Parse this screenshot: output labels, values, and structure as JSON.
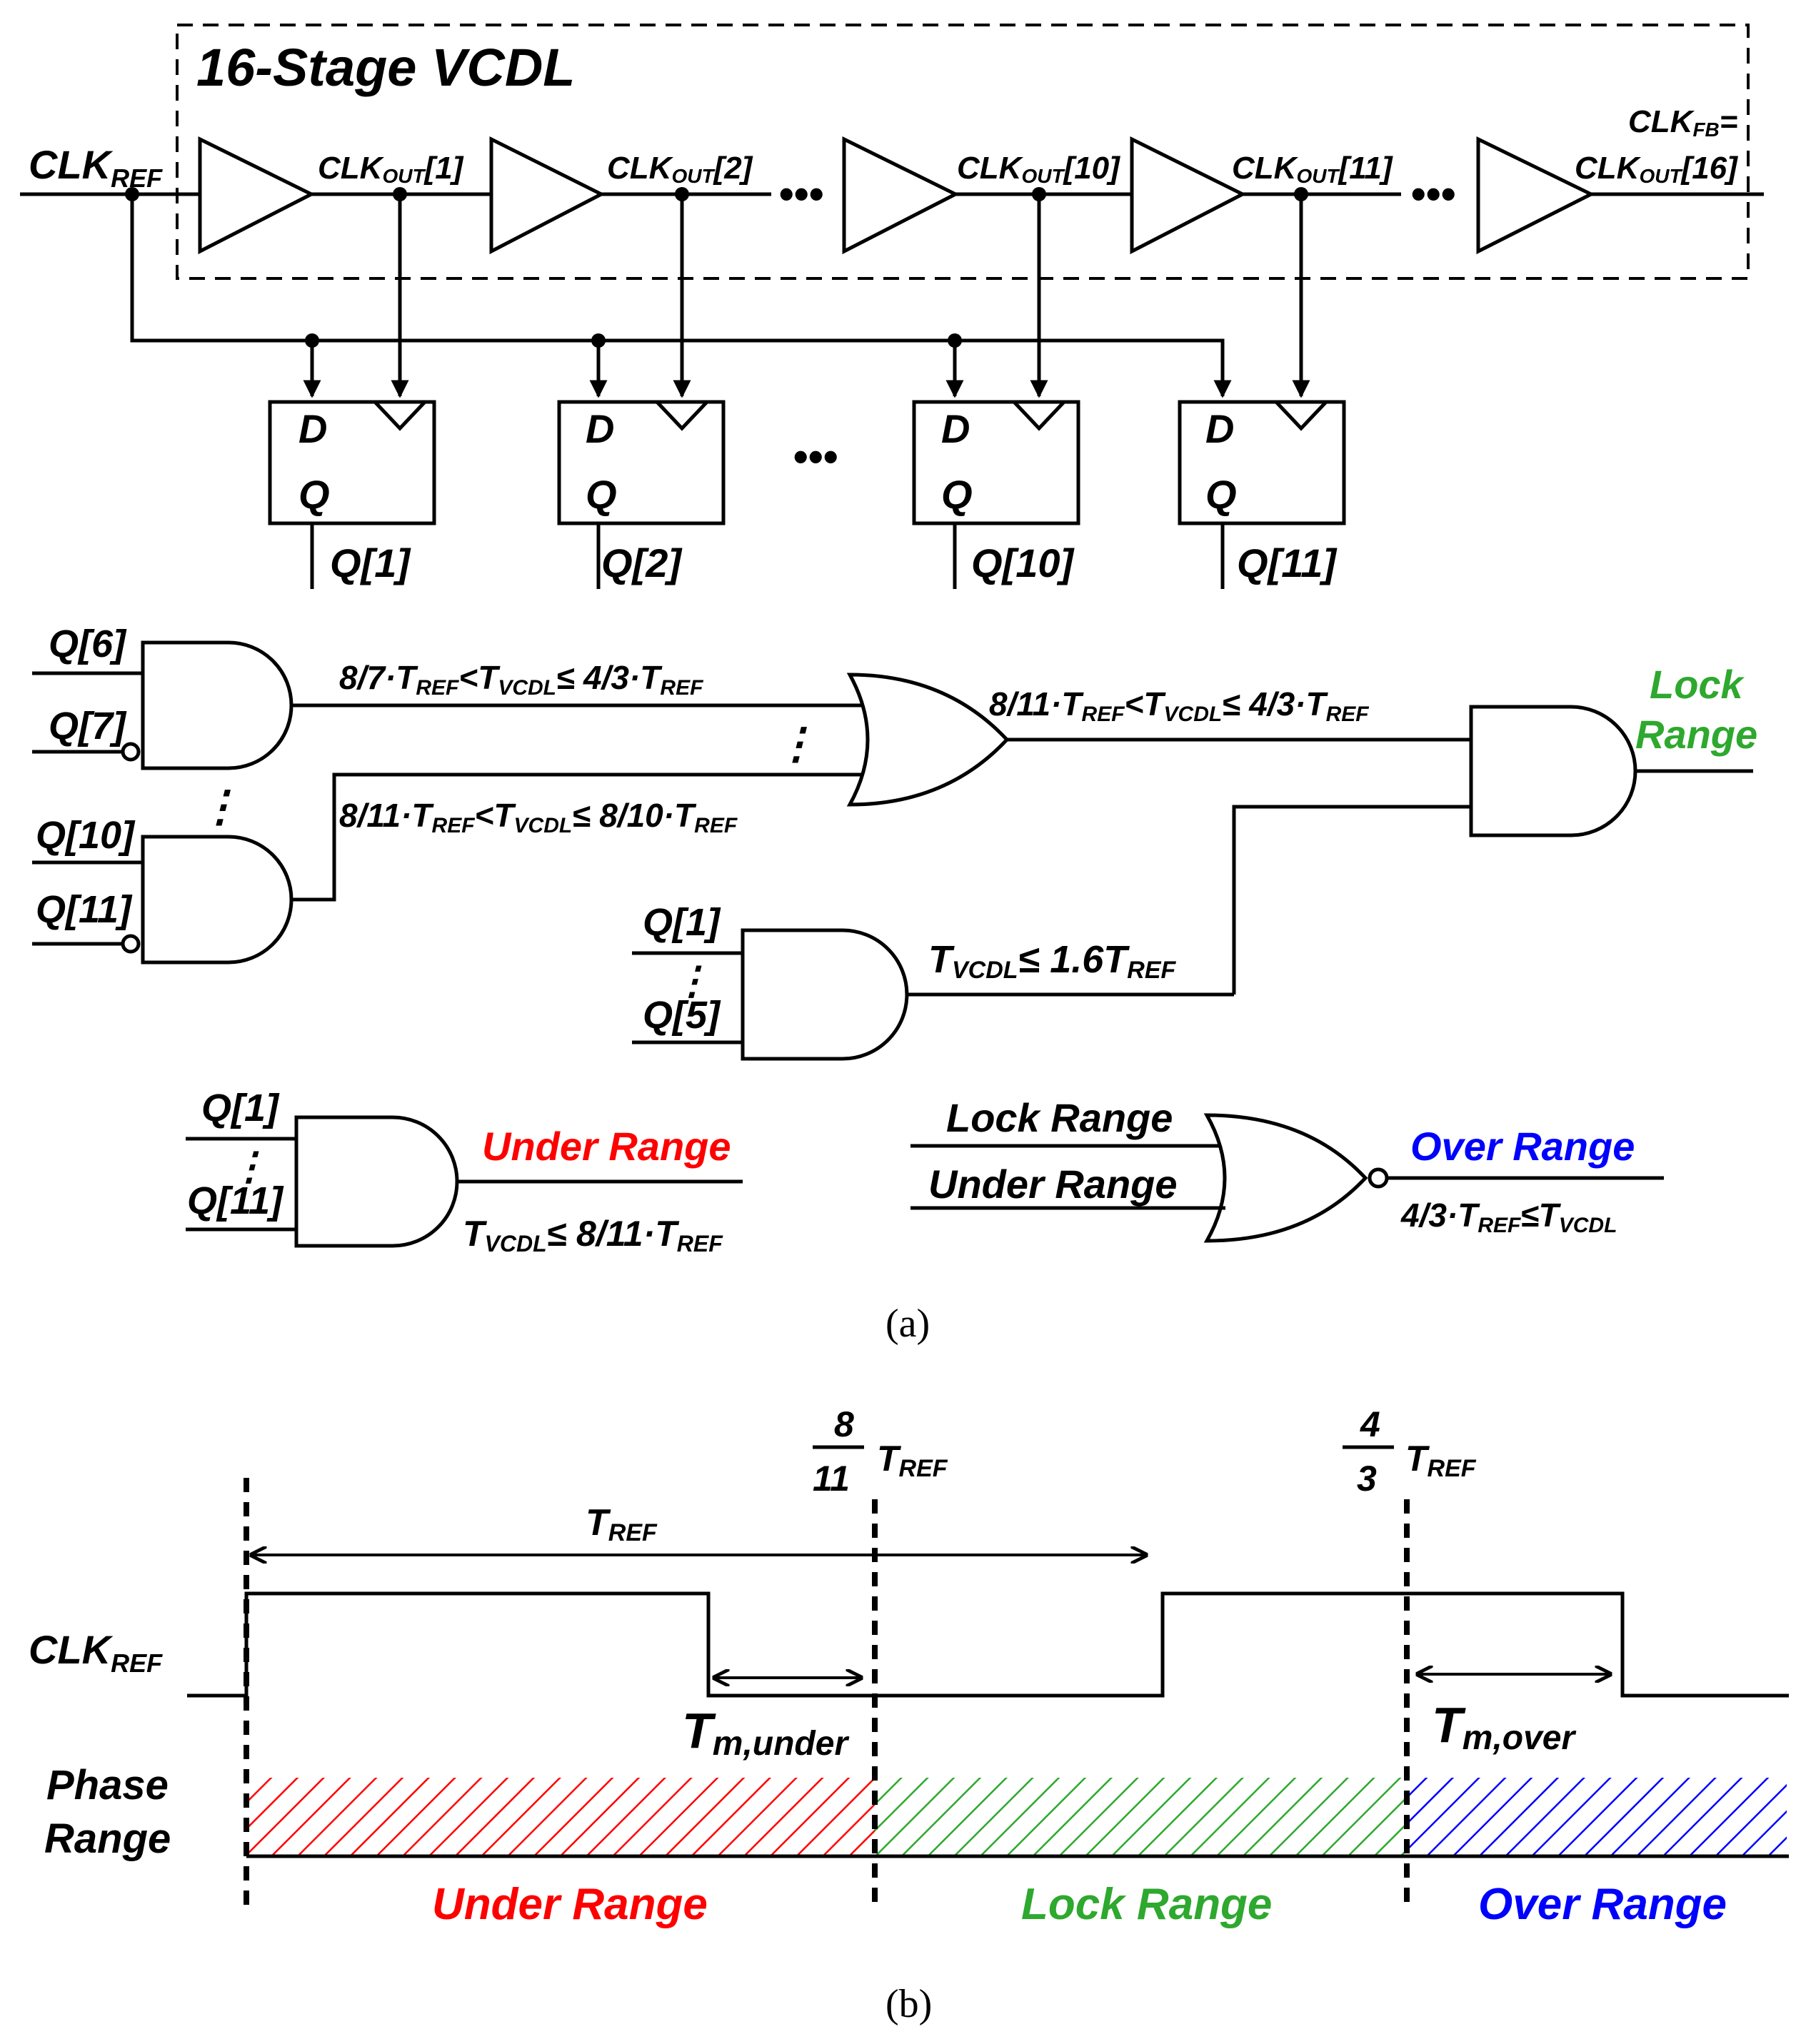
{
  "part_a": {
    "vcdl_title": "16-Stage VCDL",
    "clk_ref": {
      "main": "CLK",
      "sub": "REF"
    },
    "clk_fb": {
      "line1_main": "CLK",
      "line1_sub": "FB",
      "line1_tail": "=",
      "line2_main": "CLK",
      "line2_sub": "OUT",
      "line2_tail": "[16]"
    },
    "taps": [
      {
        "main": "CLK",
        "sub": "OUT",
        "tail": "[1]"
      },
      {
        "main": "CLK",
        "sub": "OUT",
        "tail": "[2]"
      },
      {
        "main": "CLK",
        "sub": "OUT",
        "tail": "[10]"
      },
      {
        "main": "CLK",
        "sub": "OUT",
        "tail": "[11]"
      }
    ],
    "ellipsis": "•••",
    "ff_d": "D",
    "ff_q": "Q",
    "ff_outputs": [
      "Q[1]",
      "Q[2]",
      "Q[10]",
      "Q[11]"
    ],
    "and1_inputs": [
      "Q[6]",
      "Q[7]"
    ],
    "and2_inputs": [
      "Q[10]",
      "Q[11]"
    ],
    "and3_inputs": [
      "Q[1]",
      "Q[5]"
    ],
    "under_inputs": [
      "Q[1]",
      "Q[11]"
    ],
    "expr_and1": {
      "a": "8/7·T",
      "b": "REF",
      "c": "<T",
      "d": "VCDL",
      "e": "≤ 4/3·T",
      "f": "REF"
    },
    "expr_and2": {
      "a": "8/11·T",
      "b": "REF",
      "c": "<T",
      "d": "VCDL",
      "e": "≤ 8/10·T",
      "f": "REF"
    },
    "expr_or": {
      "a": "8/11·T",
      "b": "REF",
      "c": "<T",
      "d": "VCDL",
      "e": "≤ 4/3·T",
      "f": "REF"
    },
    "expr_and3": {
      "a": "T",
      "b": "VCDL",
      "c": "≤ 1.6T",
      "d": "REF"
    },
    "expr_under": {
      "a": "T",
      "b": "VCDL",
      "c": "≤ 8/11·T",
      "d": "REF"
    },
    "expr_over": {
      "a": "4/3·T",
      "b": "REF",
      "c": "≤T",
      "d": "VCDL"
    },
    "lock_out": [
      "Lock",
      "Range"
    ],
    "under_out": "Under Range",
    "over_out": "Over Range",
    "nor_inputs": [
      "Lock Range",
      "Under Range"
    ],
    "caption": "(a)"
  },
  "part_b": {
    "marker1": {
      "num": "8",
      "den": "11",
      "main": "T",
      "sub": "REF"
    },
    "marker2": {
      "num": "4",
      "den": "3",
      "main": "T",
      "sub": "REF"
    },
    "period": {
      "main": "T",
      "sub": "REF"
    },
    "clk_ref": {
      "main": "CLK",
      "sub": "REF"
    },
    "tm_under": {
      "main": "T",
      "sub": "m,under"
    },
    "tm_over": {
      "main": "T",
      "sub": "m,over"
    },
    "phase_range": [
      "Phase",
      "Range"
    ],
    "regions": [
      "Under Range",
      "Lock Range",
      "Over Range"
    ],
    "caption": "(b)"
  },
  "colors": {
    "under": "#ff0000",
    "lock": "#2ea82e",
    "over": "#0000ff",
    "line": "#000000"
  }
}
